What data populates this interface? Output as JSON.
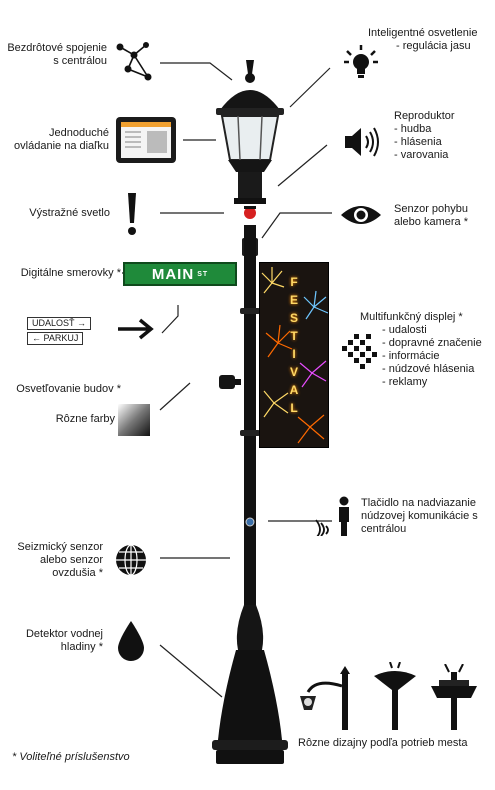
{
  "labels": {
    "wireless": "Bezdrôtové spojenie s centrálou",
    "smart_light_title": "Inteligentné osvetlenie",
    "smart_light_items": [
      "regulácia jasu"
    ],
    "remote": "Jednoduché ovládanie na diaľku",
    "speaker_title": "Reproduktor",
    "speaker_items": [
      "hudba",
      "hlásenia",
      "varovania"
    ],
    "warning_light": "Výstražné svetlo",
    "motion": "Senzor pohybu alebo kamera *",
    "digital_signs": "Digitálne smerovky *",
    "display_title": "Multifunkčný displej *",
    "display_items": [
      "udalosti",
      "dopravné značenie",
      "informácie",
      "núdzové hlásenia",
      "reklamy"
    ],
    "building_light": "Osvetľovanie budov *",
    "colors": "Rôzne farby",
    "emergency_button": "Tlačidlo na nadviazanie núdzovej komunikácie s centrálou",
    "seismic": "Seizmický senzor alebo senzor ovzdušia *",
    "water": "Detektor vodnej hladiny *",
    "designs": "Rôzne dizajny podľa potrieb mesta",
    "footnote": "* Voliteľné príslušenstvo"
  },
  "signs": {
    "street_name": "MAIN",
    "street_suffix": "ST",
    "dir_event": "UDALOSŤ →",
    "dir_parking": "← PARKUJ"
  },
  "banner": {
    "word": "FESTIVAL"
  },
  "colors": {
    "pole": "#111111",
    "sign_green": "#1f8a3a",
    "warning_red": "#d62020",
    "fireworks": [
      "#ffd966",
      "#ff6a00",
      "#6ec6ff",
      "#e84dff",
      "#ffffff"
    ]
  },
  "icons": {
    "wireless": "network-nodes-icon",
    "smart_light": "lightbulb-icon",
    "remote": "tablet-icon",
    "speaker": "speaker-icon",
    "warning": "exclamation-icon",
    "motion": "eye-icon",
    "direction": "arrow-right-icon",
    "display": "pixel-grid-icon",
    "colors": "gradient-swatch-icon",
    "emergency": "person-signal-icon",
    "seismic": "globe-icon",
    "water": "water-drop-icon"
  }
}
